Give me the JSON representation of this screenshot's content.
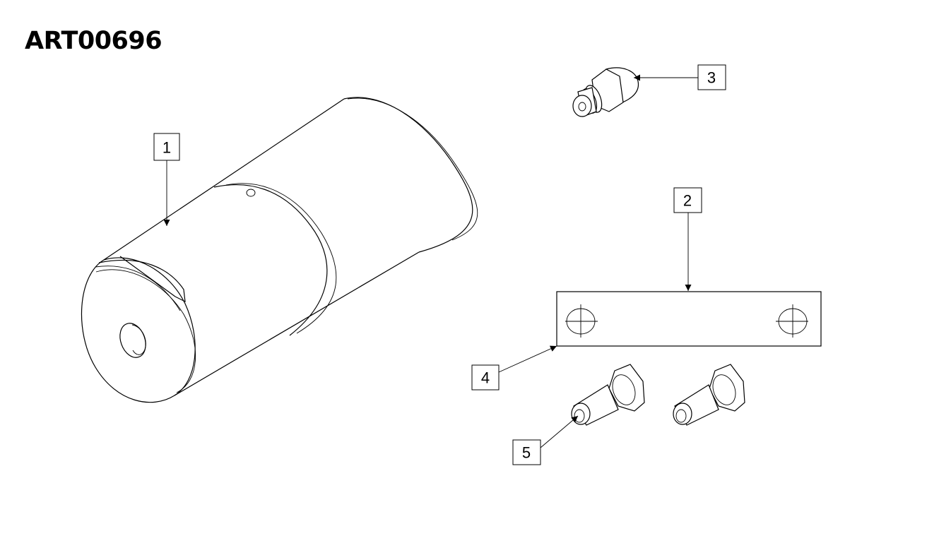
{
  "title": "ART00696",
  "callouts": [
    {
      "label": "1",
      "part": "cylinder"
    },
    {
      "label": "2",
      "part": "plate"
    },
    {
      "label": "3",
      "part": "fitting"
    },
    {
      "label": "4",
      "part": "plate-edge"
    },
    {
      "label": "5",
      "part": "bolt"
    }
  ]
}
